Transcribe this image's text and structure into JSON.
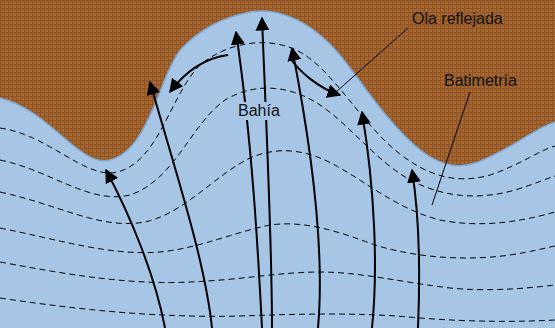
{
  "diagram": {
    "labels": [
      "Ola reflejada",
      "Batimetría",
      "Bahía"
    ]
  }
}
